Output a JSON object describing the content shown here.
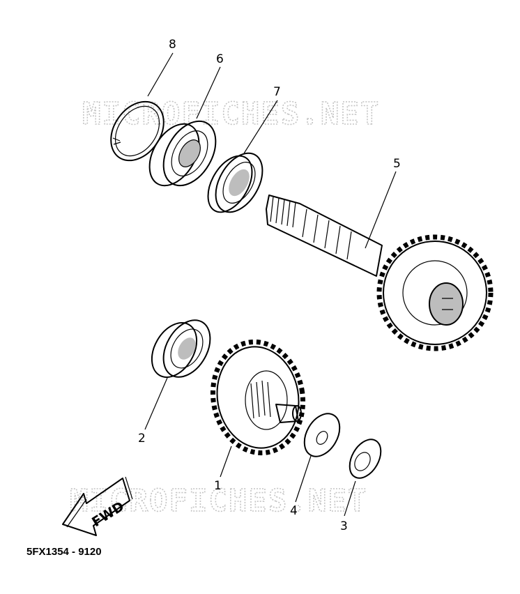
{
  "watermark_text": "MICROFICHES.NET",
  "direction_label": "FWD",
  "diagram_code": "5FX1354 - 9120",
  "callouts": [
    {
      "id": "1",
      "label": "1"
    },
    {
      "id": "2",
      "label": "2"
    },
    {
      "id": "3",
      "label": "3"
    },
    {
      "id": "4",
      "label": "4"
    },
    {
      "id": "5",
      "label": "5"
    },
    {
      "id": "6",
      "label": "6"
    },
    {
      "id": "7",
      "label": "7"
    },
    {
      "id": "8",
      "label": "8"
    }
  ],
  "colors": {
    "ink": "#000000",
    "shade": "#bdbdbd",
    "watermark": "#c4c4c4"
  }
}
